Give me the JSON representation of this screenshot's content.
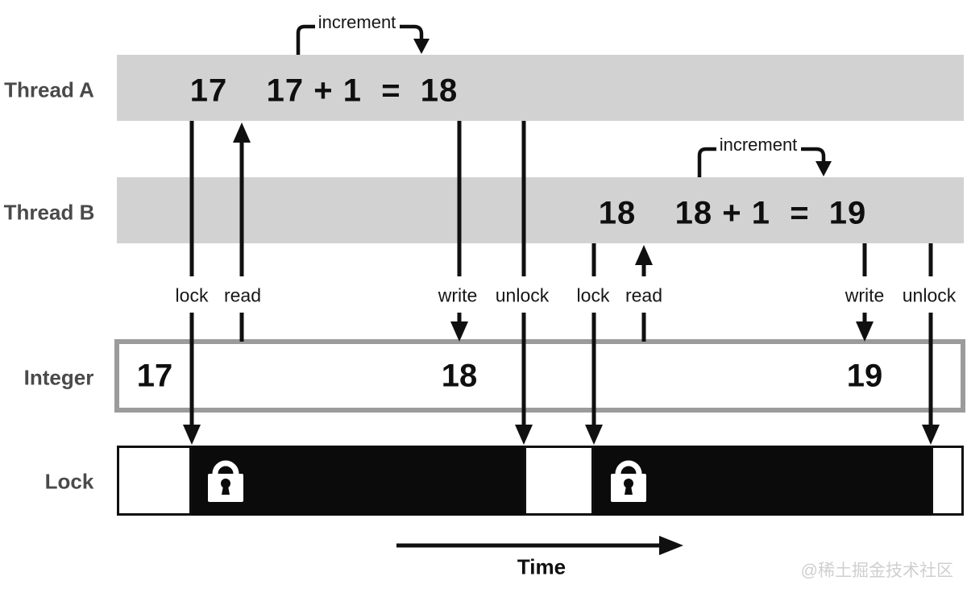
{
  "colors": {
    "bar_gray": "#d2d2d2",
    "row_label_gray": "#4a4a4a",
    "ink_black": "#101010",
    "integer_border_gray": "#9b9b9b",
    "lock_held_black": "#0b0b0b",
    "watermark_gray": "#cfcfcf"
  },
  "diagram": {
    "thread_a": {
      "label": "Thread A",
      "increment_label": "increment",
      "expression": "17    17 + 1  =  18",
      "operations": [
        "lock",
        "read",
        "write",
        "unlock"
      ]
    },
    "thread_b": {
      "label": "Thread B",
      "increment_label": "increment",
      "expression": "18    18 + 1  =  19",
      "operations": [
        "lock",
        "read",
        "write",
        "unlock"
      ]
    },
    "integer_row": {
      "label": "Integer",
      "values": [
        "17",
        "18",
        "19"
      ]
    },
    "lock_row": {
      "label": "Lock"
    },
    "time_axis": {
      "label": "Time"
    },
    "watermark": "@稀土掘金技术社区"
  }
}
